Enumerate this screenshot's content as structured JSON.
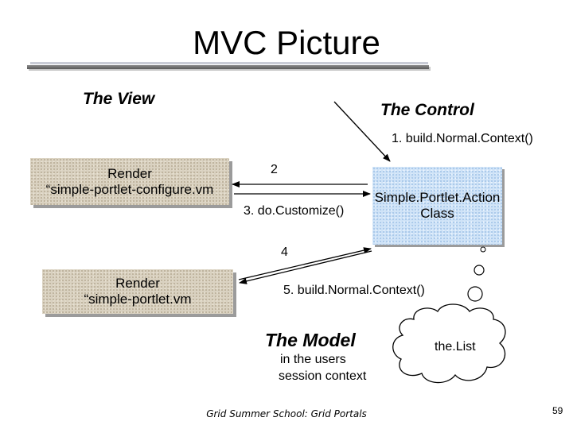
{
  "title": "MVC Picture",
  "labels": {
    "view": "The View",
    "control": "The Control",
    "model": "The Model",
    "model_desc_line1": "in the users",
    "model_desc_line2": "session context"
  },
  "boxes": {
    "render_configure_line1": "Render",
    "render_configure_line2": "“simple-portlet-configure.vm",
    "render_portlet_line1": "Render",
    "render_portlet_line2": "“simple-portlet.vm",
    "action_line1": "Simple.Portlet.Action",
    "action_line2": "Class"
  },
  "arrows": {
    "step1": "1. build.Normal.Context()",
    "step2": "2",
    "step3": "3. do.Customize()",
    "step4": "4",
    "step5": "5. build.Normal.Context()"
  },
  "cloud_label": "the.List",
  "footer": "Grid Summer School: Grid Portals",
  "page_number": "59",
  "colors": {
    "render_box": "#d9d1c0",
    "action_box": "#cfe3f7",
    "title_rule": "#6f6f6f"
  }
}
